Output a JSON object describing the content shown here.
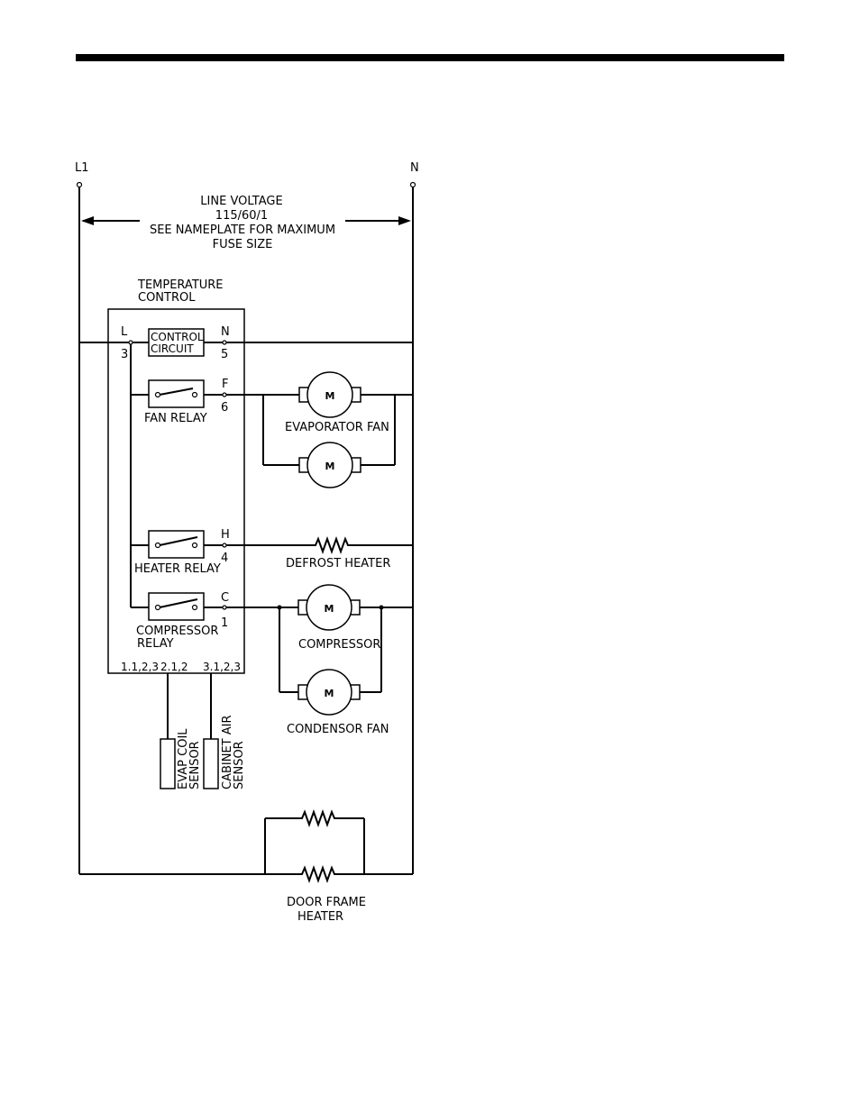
{
  "supply": {
    "l1": "L1",
    "n": "N",
    "line_voltage": "LINE VOLTAGE",
    "voltage_rating": "115/60/1",
    "nameplate_note": "SEE NAMEPLATE FOR MAXIMUM",
    "fuse_size": "FUSE SIZE"
  },
  "control": {
    "title_line1": "TEMPERATURE",
    "title_line2": "CONTROL",
    "term_l": "L",
    "term_l_num": "3",
    "term_n": "N",
    "term_n_num": "5",
    "term_f": "F",
    "term_f_num": "6",
    "term_h": "H",
    "term_h_num": "4",
    "term_c": "C",
    "term_c_num": "1",
    "circuit_line1": "CONTROL",
    "circuit_line2": "CIRCUIT",
    "fan_relay": "FAN RELAY",
    "heater_relay": "HEATER RELAY",
    "compressor_relay_line1": "COMPRESSOR",
    "compressor_relay_line2": "RELAY",
    "sensor_term_1": "1.1,2,3",
    "sensor_term_2": "2.1,2",
    "sensor_term_3": "3.1,2,3"
  },
  "loads": {
    "motor_symbol": "M",
    "evaporator_fan": "EVAPORATOR FAN",
    "defrost_heater": "DEFROST HEATER",
    "compressor": "COMPRESSOR",
    "condensor_fan": "CONDENSOR FAN",
    "door_frame_line1": "DOOR FRAME",
    "door_frame_line2": "HEATER"
  },
  "sensors": {
    "evap_line1": "EVAP COIL",
    "evap_line2": "SENSOR",
    "cabinet_line1": "CABINET AIR",
    "cabinet_line2": "SENSOR"
  }
}
